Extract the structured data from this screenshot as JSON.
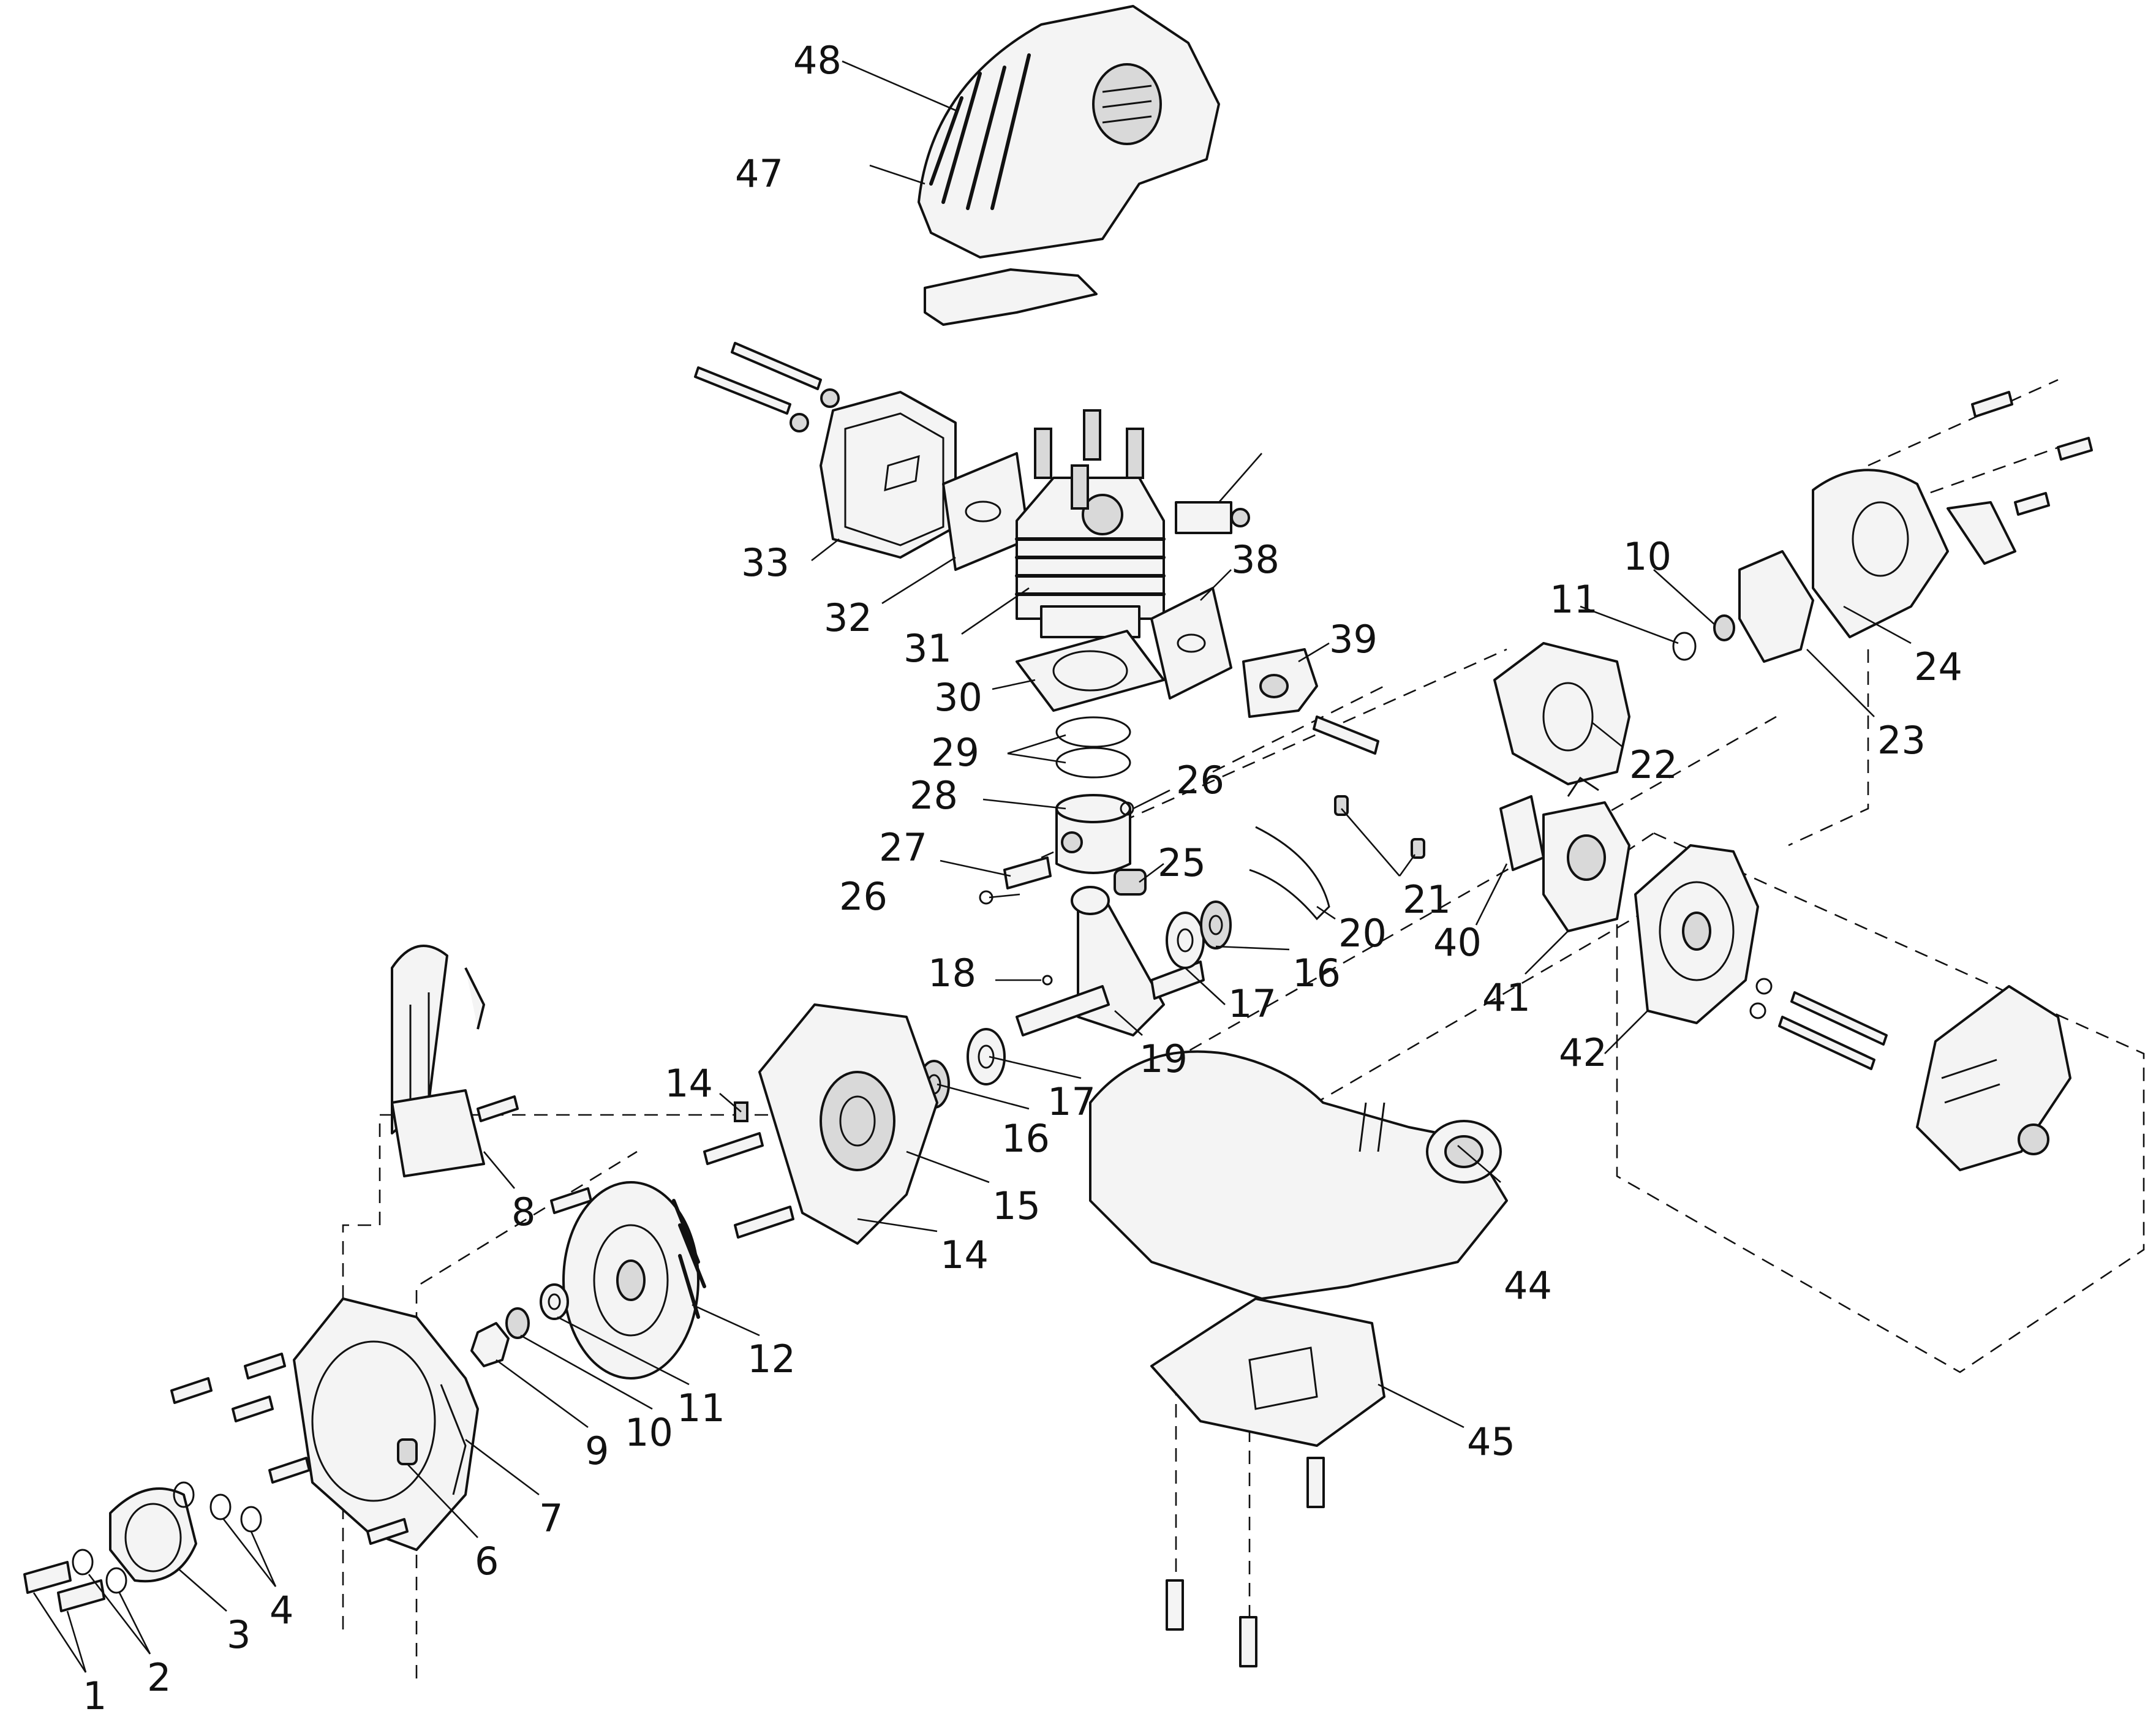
{
  "callouts": [
    {
      "n": "1",
      "text": "1"
    },
    {
      "n": "2",
      "text": "2"
    },
    {
      "n": "3",
      "text": "3"
    },
    {
      "n": "4",
      "text": "4"
    },
    {
      "n": "6",
      "text": "6"
    },
    {
      "n": "7",
      "text": "7"
    },
    {
      "n": "8",
      "text": "8"
    },
    {
      "n": "9",
      "text": "9"
    },
    {
      "n": "10a",
      "text": "10"
    },
    {
      "n": "10b",
      "text": "10"
    },
    {
      "n": "11a",
      "text": "11"
    },
    {
      "n": "11b",
      "text": "11"
    },
    {
      "n": "12",
      "text": "12"
    },
    {
      "n": "14a",
      "text": "14"
    },
    {
      "n": "14b",
      "text": "14"
    },
    {
      "n": "15",
      "text": "15"
    },
    {
      "n": "16a",
      "text": "16"
    },
    {
      "n": "16b",
      "text": "16"
    },
    {
      "n": "17a",
      "text": "17"
    },
    {
      "n": "17b",
      "text": "17"
    },
    {
      "n": "18",
      "text": "18"
    },
    {
      "n": "19",
      "text": "19"
    },
    {
      "n": "20",
      "text": "20"
    },
    {
      "n": "21",
      "text": "21"
    },
    {
      "n": "22",
      "text": "22"
    },
    {
      "n": "23",
      "text": "23"
    },
    {
      "n": "24",
      "text": "24"
    },
    {
      "n": "25",
      "text": "25"
    },
    {
      "n": "26a",
      "text": "26"
    },
    {
      "n": "26b",
      "text": "26"
    },
    {
      "n": "27",
      "text": "27"
    },
    {
      "n": "28",
      "text": "28"
    },
    {
      "n": "29",
      "text": "29"
    },
    {
      "n": "30",
      "text": "30"
    },
    {
      "n": "31",
      "text": "31"
    },
    {
      "n": "32",
      "text": "32"
    },
    {
      "n": "33",
      "text": "33"
    },
    {
      "n": "38",
      "text": "38"
    },
    {
      "n": "39",
      "text": "39"
    },
    {
      "n": "40",
      "text": "40"
    },
    {
      "n": "41",
      "text": "41"
    },
    {
      "n": "42",
      "text": "42"
    },
    {
      "n": "44",
      "text": "44"
    },
    {
      "n": "45",
      "text": "45"
    },
    {
      "n": "47",
      "text": "47"
    },
    {
      "n": "48",
      "text": "48"
    }
  ]
}
